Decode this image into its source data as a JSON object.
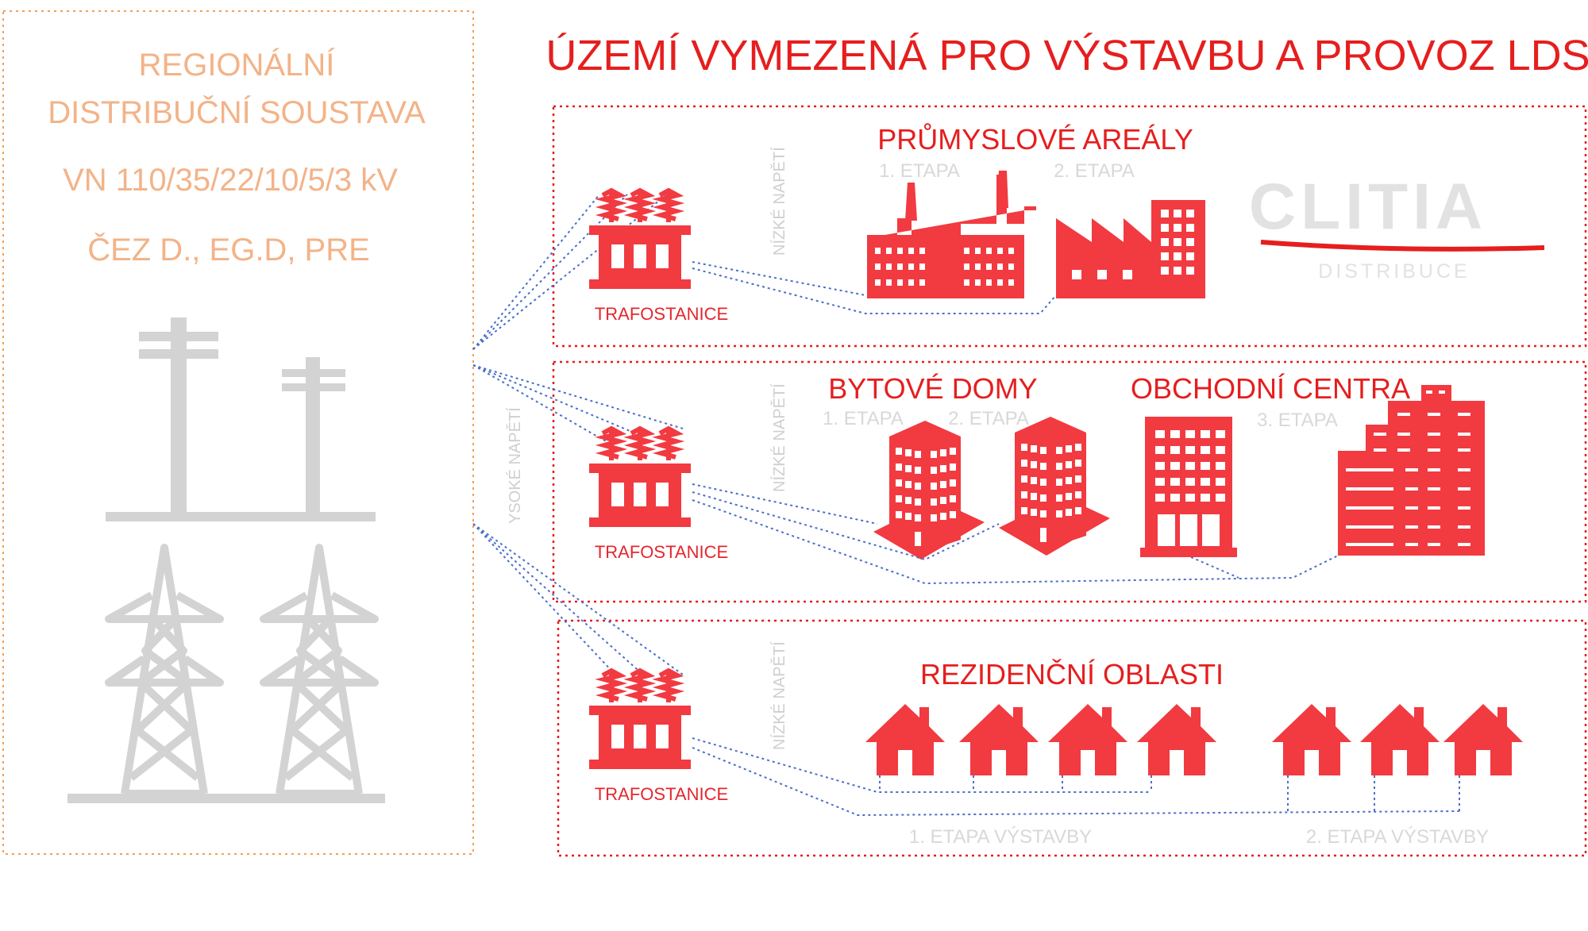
{
  "regional": {
    "line1": "REGIONÁLNÍ",
    "line2": "DISTRIBUČNÍ SOUSTAVA",
    "voltage": "VN 110/35/22/10/5/3 kV",
    "operators": "ČEZ D., EG.D, PRE"
  },
  "title": "ÚZEMÍ VYMEZENÁ PRO VÝSTAVBU A PROVOZ LDS",
  "high_voltage_label": "YSOKÉ NAPĚTÍ",
  "zones": [
    {
      "low_voltage_label": "NÍZKÉ NAPĚTÍ",
      "substation": "TRAFOSTANICE",
      "heading": "PRŮMYSLOVÉ AREÁLY",
      "stage1": "1. ETAPA",
      "stage2": "2. ETAPA"
    },
    {
      "low_voltage_label": "NÍZKÉ NAPĚTÍ",
      "substation": "TRAFOSTANICE",
      "heading_a": "BYTOVÉ DOMY",
      "heading_b": "OBCHODNÍ CENTRA",
      "stage1": "1. ETAPA",
      "stage2": "2. ETAPA",
      "stage3": "3. ETAPA"
    },
    {
      "low_voltage_label": "NÍZKÉ NAPĚTÍ",
      "substation": "TRAFOSTANICE",
      "heading": "REZIDENČNÍ OBLASTI",
      "stage1": "1. ETAPA VÝSTAVBY",
      "stage2": "2. ETAPA VÝSTAVBY"
    }
  ],
  "logo": {
    "name": "CLITIA",
    "sub": "DISTRIBUCE"
  },
  "colors": {
    "accent_red": "#f23a41",
    "title_red": "#e61e1e",
    "orange": "#f3b388",
    "grey": "#d3d3d3",
    "blue_line": "#4a6fc9"
  }
}
